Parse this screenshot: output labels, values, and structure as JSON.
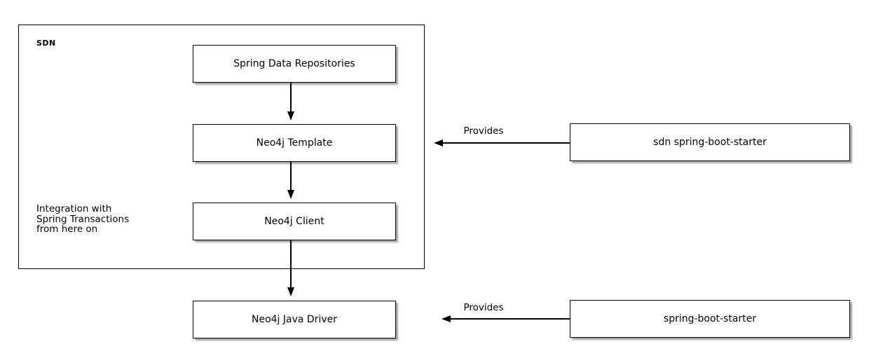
{
  "diagram": {
    "cluster": {
      "label": "SDN",
      "note": "Integration with\nSpring Transactions\nfrom here on"
    },
    "nodes": {
      "repositories": {
        "label": "Spring Data Repositories"
      },
      "template": {
        "label": "Neo4j Template"
      },
      "client": {
        "label": "Neo4j Client"
      },
      "driver": {
        "label": "Neo4j Java Driver"
      },
      "sdn_starter": {
        "label": "sdn spring-boot-starter"
      },
      "boot_starter": {
        "label": "spring-boot-starter"
      }
    },
    "edges": {
      "repositories_to_template": {
        "label": ""
      },
      "template_to_client": {
        "label": ""
      },
      "client_to_driver": {
        "label": ""
      },
      "sdn_starter_provides": {
        "label": "Provides"
      },
      "boot_starter_provides": {
        "label": "Provides"
      }
    },
    "colors": {
      "background": "#ffffff",
      "line": "#000000",
      "box_fill": "#ffffff",
      "box_border": "#000000",
      "shadow": "#a8a8a8"
    }
  }
}
